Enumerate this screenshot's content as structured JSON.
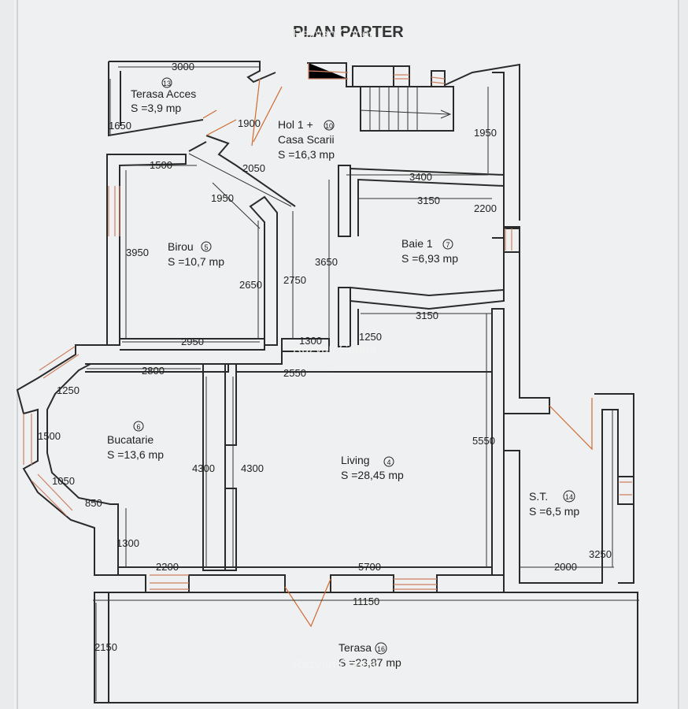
{
  "title": "PLAN PARTER",
  "watermark": "Razvan Conea",
  "rooms": {
    "terasa_acces": {
      "num": "13",
      "name": "Terasa Acces",
      "area": "S =3,9 mp"
    },
    "hol": {
      "num": "10",
      "name": "Hol 1 +",
      "name2": "Casa Scarii",
      "area": "S =16,3 mp"
    },
    "birou": {
      "num": "5",
      "name": "Birou",
      "area": "S =10,7 mp"
    },
    "baie": {
      "num": "7",
      "name": "Baie 1",
      "area": "S =6,93 mp"
    },
    "bucatarie": {
      "num": "6",
      "name": "Bucatarie",
      "area": "S =13,6 mp"
    },
    "living": {
      "num": "4",
      "name": "Living",
      "area": "S =28,45 mp"
    },
    "st": {
      "num": "14",
      "name": "S.T.",
      "area": "S =6,5 mp"
    },
    "terasa": {
      "num": "16",
      "name": "Terasa",
      "area": "S =23,87 mp"
    }
  },
  "dimensions": {
    "d3000": "3000",
    "d1650": "1650",
    "d1900": "1900",
    "d1950_stair": "1950",
    "d1500": "1500",
    "d2050": "2050",
    "d3400": "3400",
    "d3150_top": "3150",
    "d2200_right": "2200",
    "d1950_birou": "1950",
    "d3950": "3950",
    "d2650": "2650",
    "d2750": "2750",
    "d3650": "3650",
    "d3150_mid": "3150",
    "d1250_hall": "1250",
    "d1300_hall": "1300",
    "d2950": "2950",
    "d2800": "2800",
    "d2550": "2550",
    "d1250_bay": "1250",
    "d1500_bay": "1500",
    "d1050_bay": "1050",
    "d850": "850",
    "d1300_kitchen": "1300",
    "d4300_left": "4300",
    "d4300_right": "4300",
    "d5550": "5550",
    "d2200_bottom": "2200",
    "d5700": "5700",
    "d2000": "2000",
    "d3250": "3250",
    "d11150": "11150",
    "d2150": "2150"
  }
}
